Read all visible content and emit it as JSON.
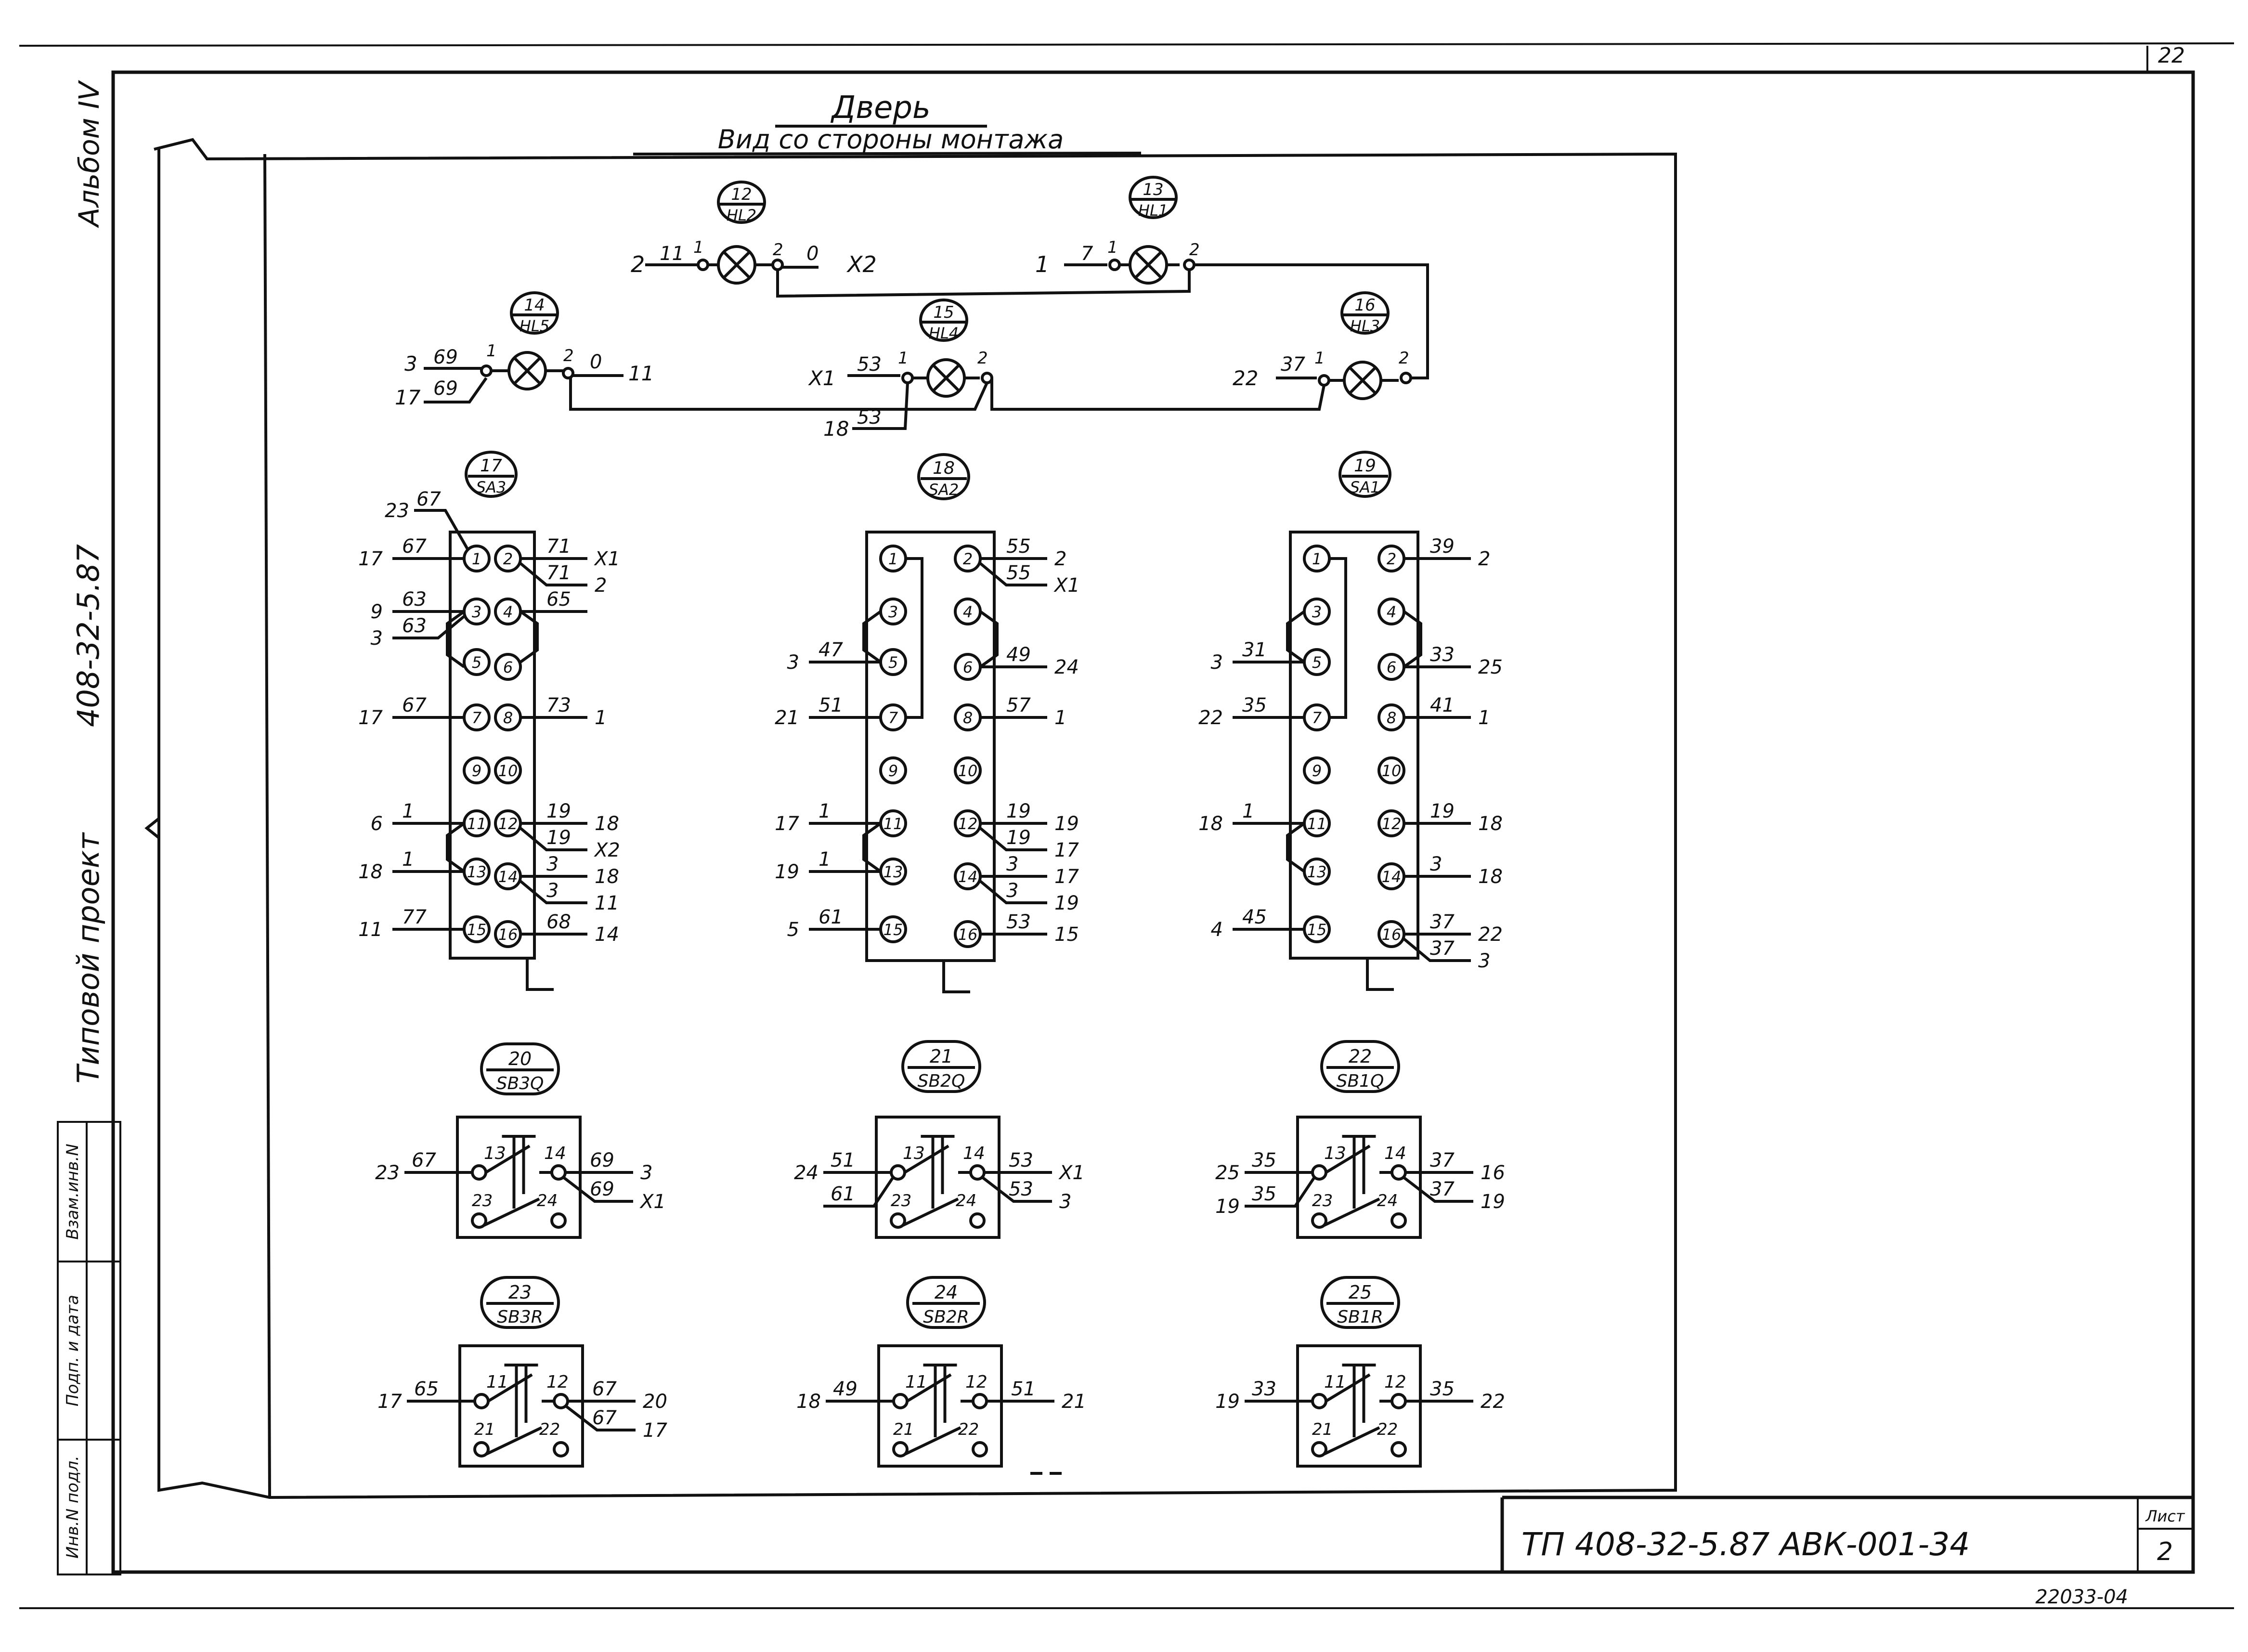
{
  "sheet_number_top": "22",
  "title": "Дверь",
  "subtitle": "Вид со стороны монтажа",
  "margin": {
    "album": "Альбом IV",
    "project_code": "408-32-5.87",
    "project_type": "Типовой проект",
    "stamp_cells": [
      "Инв.N подл.",
      "Подп. и дата",
      "Взам.инв.N"
    ]
  },
  "title_block": {
    "code": "ТП 408-32-5.87 АВК-001-34",
    "sheet_label": "Лист",
    "sheet_value": "2",
    "archive_number": "22033-04"
  },
  "lamps": [
    {
      "num": "12",
      "ref": "HL2",
      "left_wire": "11",
      "left_dest": "2",
      "right_wire": "0",
      "right_dest": "X2"
    },
    {
      "num": "13",
      "ref": "HL1",
      "left_wire": "7",
      "left_dest": "1",
      "right_wire": "",
      "right_dest": ""
    },
    {
      "num": "14",
      "ref": "HL5",
      "left_wire": "69",
      "left_dest": "3",
      "left_wire2": "69",
      "left_dest2": "17",
      "right_wire": "0",
      "right_dest": "11"
    },
    {
      "num": "15",
      "ref": "HL4",
      "left_wire": "53",
      "left_dest": "X1",
      "left_wire2": "53",
      "left_dest2": "18",
      "right_wire": "",
      "right_dest": ""
    },
    {
      "num": "16",
      "ref": "HL3",
      "left_wire": "37",
      "left_dest": "22",
      "right_wire": "",
      "right_dest": ""
    }
  ],
  "lamp_pin_labels": {
    "p1": "1",
    "p2": "2"
  },
  "switches": [
    {
      "num": "17",
      "ref": "SA3",
      "pins": [
        "1",
        "2",
        "3",
        "4",
        "5",
        "6",
        "7",
        "8",
        "9",
        "10",
        "11",
        "12",
        "13",
        "14",
        "15",
        "16"
      ],
      "left": [
        {
          "pin": "1",
          "wire": "67",
          "dest": "17"
        },
        {
          "pin": "3",
          "wire": "63",
          "dest": "9"
        },
        {
          "pin": "3b",
          "wire": "63",
          "dest": "3"
        },
        {
          "pin": "7",
          "wire": "67",
          "dest": "17"
        },
        {
          "pin": "11",
          "wire": "1",
          "dest": "6"
        },
        {
          "pin": "13",
          "wire": "1",
          "dest": "18"
        },
        {
          "pin": "15",
          "wire": "77",
          "dest": "11"
        }
      ],
      "top_extra": {
        "wire": "67",
        "dest": "23"
      },
      "right": [
        {
          "pin": "2",
          "wire": "71",
          "dest": "X1"
        },
        {
          "pin": "2b",
          "wire": "71",
          "dest": "2"
        },
        {
          "pin": "4",
          "wire": "65",
          "dest": ""
        },
        {
          "pin": "8",
          "wire": "73",
          "dest": "1"
        },
        {
          "pin": "12",
          "wire": "19",
          "dest": "18"
        },
        {
          "pin": "12b",
          "wire": "19",
          "dest": "X2"
        },
        {
          "pin": "14",
          "wire": "3",
          "dest": "18"
        },
        {
          "pin": "14b",
          "wire": "3",
          "dest": "11"
        },
        {
          "pin": "16",
          "wire": "68",
          "dest": "14"
        }
      ]
    },
    {
      "num": "18",
      "ref": "SA2",
      "pins": [
        "1",
        "2",
        "3",
        "4",
        "5",
        "6",
        "7",
        "8",
        "9",
        "10",
        "11",
        "12",
        "13",
        "14",
        "15",
        "16"
      ],
      "left": [
        {
          "pin": "5",
          "wire": "47",
          "dest": "3"
        },
        {
          "pin": "7",
          "wire": "51",
          "dest": "21"
        },
        {
          "pin": "11",
          "wire": "1",
          "dest": "17"
        },
        {
          "pin": "13",
          "wire": "1",
          "dest": "19"
        },
        {
          "pin": "15",
          "wire": "61",
          "dest": "5"
        }
      ],
      "right": [
        {
          "pin": "2",
          "wire": "55",
          "dest": "2"
        },
        {
          "pin": "2b",
          "wire": "55",
          "dest": "X1"
        },
        {
          "pin": "6",
          "wire": "49",
          "dest": "24"
        },
        {
          "pin": "8",
          "wire": "57",
          "dest": "1"
        },
        {
          "pin": "12",
          "wire": "19",
          "dest": "19"
        },
        {
          "pin": "12b",
          "wire": "19",
          "dest": "17"
        },
        {
          "pin": "14",
          "wire": "3",
          "dest": "17"
        },
        {
          "pin": "14b",
          "wire": "3",
          "dest": "19"
        },
        {
          "pin": "16",
          "wire": "53",
          "dest": "15"
        }
      ]
    },
    {
      "num": "19",
      "ref": "SA1",
      "pins": [
        "1",
        "2",
        "3",
        "4",
        "5",
        "6",
        "7",
        "8",
        "9",
        "10",
        "11",
        "12",
        "13",
        "14",
        "15",
        "16"
      ],
      "left": [
        {
          "pin": "5",
          "wire": "31",
          "dest": "3"
        },
        {
          "pin": "7",
          "wire": "35",
          "dest": "22"
        },
        {
          "pin": "11",
          "wire": "1",
          "dest": "18"
        },
        {
          "pin": "15",
          "wire": "45",
          "dest": "4"
        }
      ],
      "right": [
        {
          "pin": "2",
          "wire": "39",
          "dest": "2"
        },
        {
          "pin": "6",
          "wire": "33",
          "dest": "25"
        },
        {
          "pin": "8",
          "wire": "41",
          "dest": "1"
        },
        {
          "pin": "12",
          "wire": "19",
          "dest": "18"
        },
        {
          "pin": "14",
          "wire": "3",
          "dest": "18"
        },
        {
          "pin": "16",
          "wire": "37",
          "dest": "22"
        },
        {
          "pin": "16b",
          "wire": "37",
          "dest": "3"
        }
      ]
    }
  ],
  "buttons": [
    {
      "num": "20",
      "ref": "SB3Q",
      "p_tl": "13",
      "p_tr": "14",
      "p_bl": "23",
      "p_br": "24",
      "left": [
        {
          "wire": "67",
          "dest": "23"
        }
      ],
      "right": [
        {
          "wire": "69",
          "dest": "3"
        },
        {
          "wire": "69",
          "dest": "X1"
        }
      ]
    },
    {
      "num": "21",
      "ref": "SB2Q",
      "p_tl": "13",
      "p_tr": "14",
      "p_bl": "23",
      "p_br": "24",
      "left": [
        {
          "wire": "51",
          "dest": "24"
        },
        {
          "wire": "61",
          "dest": ""
        }
      ],
      "right": [
        {
          "wire": "53",
          "dest": "X1"
        },
        {
          "wire": "53",
          "dest": "3"
        }
      ]
    },
    {
      "num": "22",
      "ref": "SB1Q",
      "p_tl": "13",
      "p_tr": "14",
      "p_bl": "23",
      "p_br": "24",
      "left": [
        {
          "wire": "35",
          "dest": "25"
        },
        {
          "wire": "35",
          "dest": "19"
        }
      ],
      "right": [
        {
          "wire": "37",
          "dest": "16"
        },
        {
          "wire": "37",
          "dest": "19"
        }
      ]
    },
    {
      "num": "23",
      "ref": "SB3R",
      "p_tl": "11",
      "p_tr": "12",
      "p_bl": "21",
      "p_br": "22",
      "left": [
        {
          "wire": "65",
          "dest": "17"
        }
      ],
      "right": [
        {
          "wire": "67",
          "dest": "20"
        },
        {
          "wire": "67",
          "dest": "17"
        }
      ]
    },
    {
      "num": "24",
      "ref": "SB2R",
      "p_tl": "11",
      "p_tr": "12",
      "p_bl": "21",
      "p_br": "22",
      "left": [
        {
          "wire": "49",
          "dest": "18"
        }
      ],
      "right": [
        {
          "wire": "51",
          "dest": "21"
        }
      ]
    },
    {
      "num": "25",
      "ref": "SB1R",
      "p_tl": "11",
      "p_tr": "12",
      "p_bl": "21",
      "p_br": "22",
      "left": [
        {
          "wire": "33",
          "dest": "19"
        }
      ],
      "right": [
        {
          "wire": "35",
          "dest": "22"
        }
      ]
    }
  ]
}
